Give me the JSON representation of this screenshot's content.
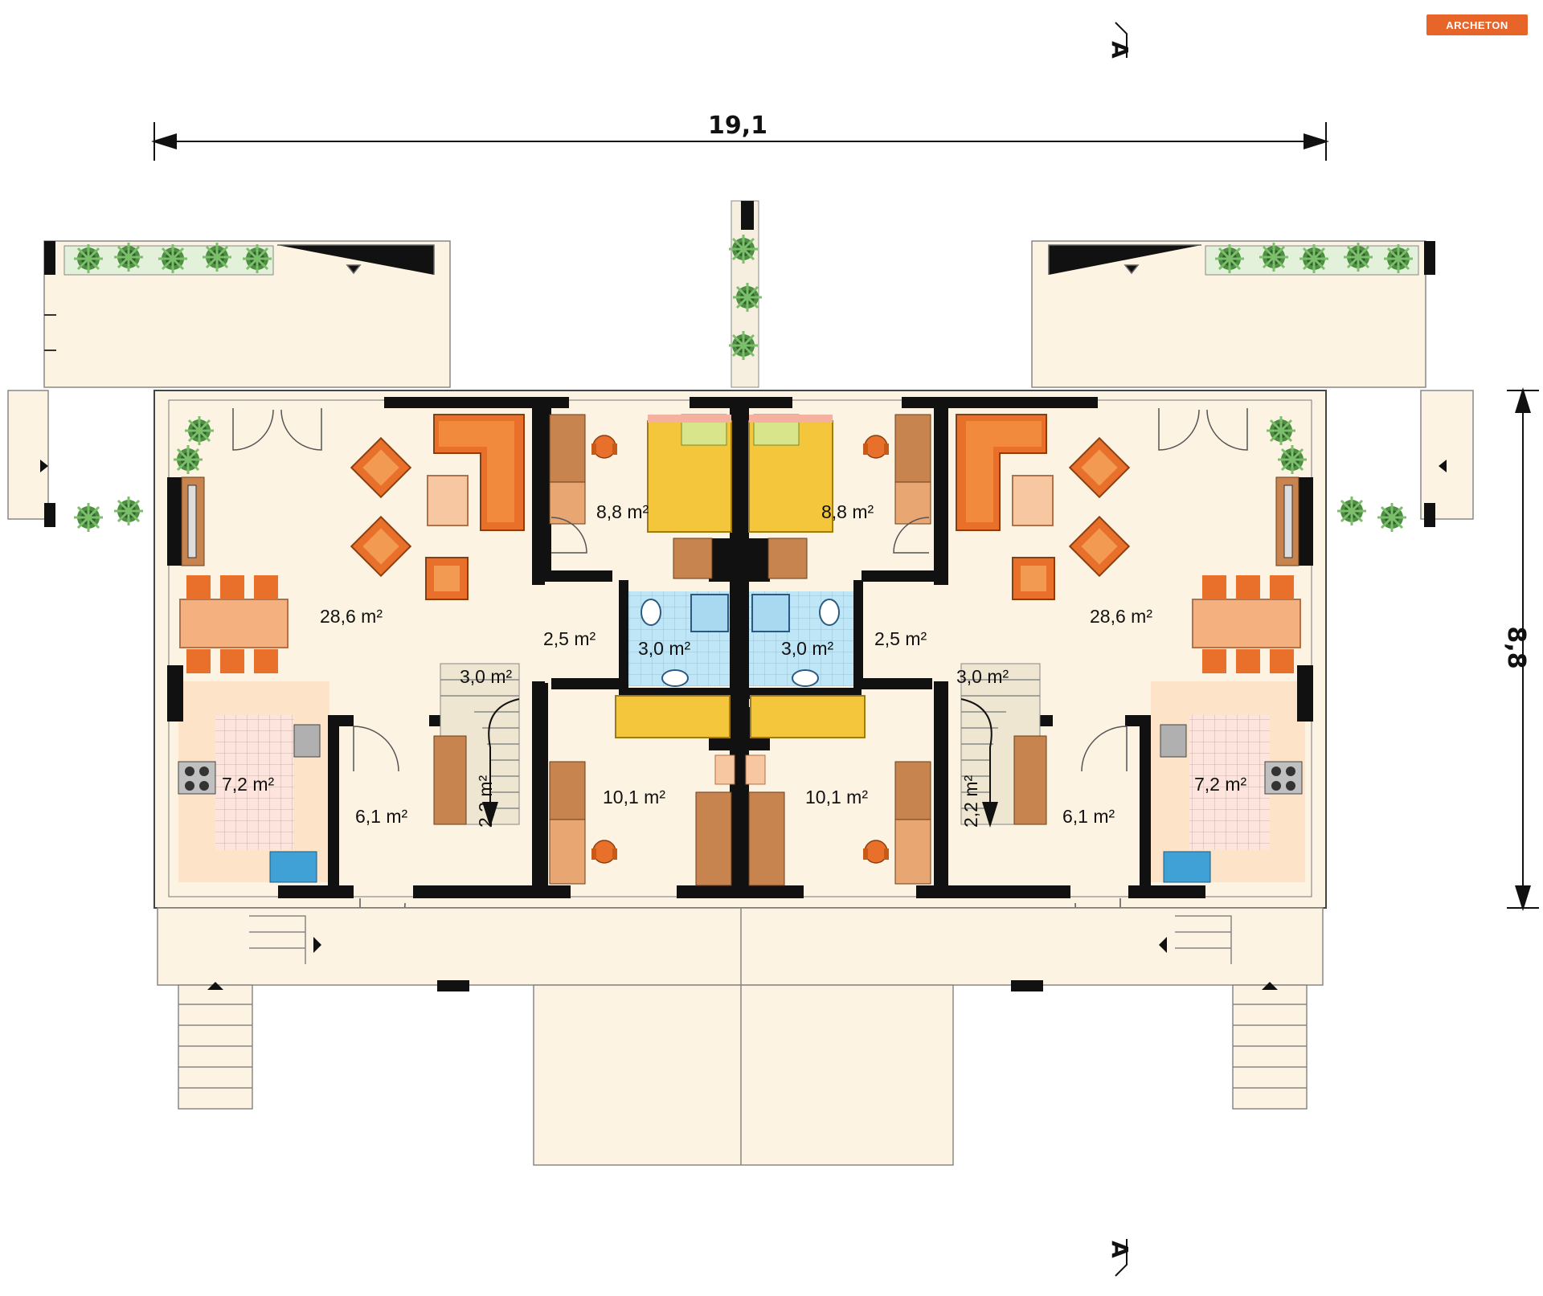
{
  "logo": {
    "text": "ARCHETON"
  },
  "dimensions": {
    "width": "19,1",
    "depth": "8,8"
  },
  "section_marks": {
    "top": "A",
    "bottom": "A"
  },
  "rooms": {
    "left_living": "28,6 m²",
    "left_bedroom_top": "8,8 m²",
    "left_bathroom": "3,0 m²",
    "left_corridor": "2,5 m²",
    "left_stairs": "3,0 m²",
    "left_stairs_small": "2,2 m²",
    "left_kitchen": "7,2 m²",
    "left_hall": "6,1 m²",
    "left_bedroom_bottom": "10,1 m²",
    "right_living": "28,6 m²",
    "right_bedroom_top": "8,8 m²",
    "right_bathroom": "3,0 m²",
    "right_corridor": "2,5 m²",
    "right_stairs": "3,0 m²",
    "right_stairs_small": "2,2 m²",
    "right_kitchen": "7,2 m²",
    "right_hall": "6,1 m²",
    "right_bedroom_bottom": "10,1 m²"
  },
  "colors": {
    "floor": "#fdf3e3",
    "wall": "#111111",
    "sofa": "#e8702a",
    "bed": "#f4c63c",
    "tile": "#b8e2f4",
    "furniture": "#c8844e",
    "plant": "#3d7a3a",
    "logo": "#e8652a"
  }
}
